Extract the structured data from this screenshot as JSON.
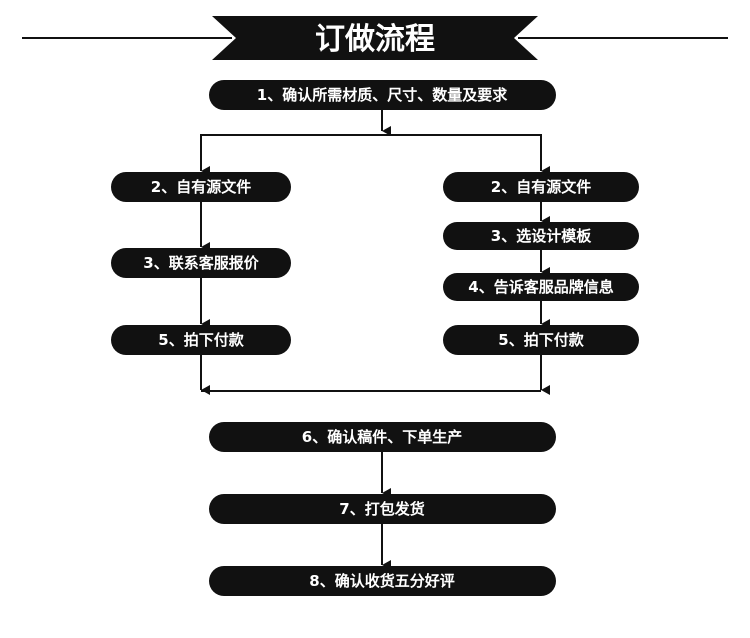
{
  "title": "订做流程",
  "steps": {
    "confirm_material": "1、确认所需材质、尺寸、数量及要求",
    "left_own_file": "2、自有源文件",
    "left_contact_quote": "3、联系客服报价",
    "left_pay": "5、拍下付款",
    "right_own_file": "2、自有源文件",
    "right_choose_template": "3、选设计模板",
    "right_tell_info": "4、告诉客服品牌信息",
    "right_pay": "5、拍下付款",
    "confirm_draft": "6、确认稿件、下单生产",
    "package_ship": "7、打包发货",
    "review": "8、确认收货五分好评"
  },
  "colors": {
    "pill": "#111111",
    "text": "#ffffff",
    "line": "#111111",
    "background": "#ffffff"
  }
}
